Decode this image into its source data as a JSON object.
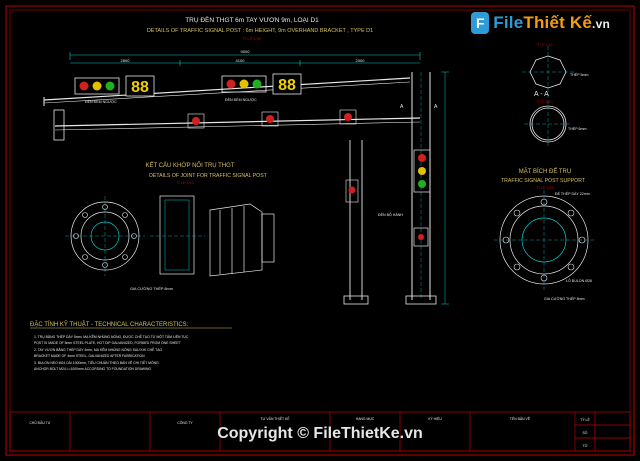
{
  "header": {
    "title_vn": "TRỤ ĐÈN THGT 6m TAY VƯƠN 9m, LOẠI D1",
    "title_en": "DETAILS OF TRAFFIC SIGNAL POST : 6m HEIGHT, 9m OVERHAND BRACKET , TYPE D1",
    "scale": "TỈ LỆ 1/40"
  },
  "watermark": {
    "logo_part1": "File",
    "logo_part2": "Thiết Kế",
    "logo_part3": ".vn",
    "copyright": "Copyright © FileThietKe.vn"
  },
  "signals": {
    "counter1": "88",
    "counter2": "88",
    "label1": "ĐÈN ĐẾM NGƯỢC",
    "label2": "ĐÈN ĐẾM NGƯỢC",
    "label3": "ĐÈN BỘ HÀNH",
    "dim_top": "9000",
    "dim_a": "2800",
    "dim_b": "4100",
    "dim_c": "2000",
    "section_mark_1": "A",
    "section_mark_2": "A"
  },
  "joint": {
    "title_vn": "KẾT CẤU KHỚP NỐI TRỤ THGT",
    "title_en": "DETAILS OF JOINT FOR TRAFFIC SIGNAL POST",
    "scale": "TỈ LỆ 1/10",
    "note": "GIA CƯỜNG THÉP 8mm"
  },
  "section": {
    "label": "A - A",
    "scale_top": "TỈ LỆ 1/10",
    "scale_mid": "TỈ LỆ 1/10",
    "note1": "THÉP 5mm",
    "note2": "THÉP 6mm"
  },
  "support": {
    "title_vn": "MẶT BÍCH ĐẾ TRỤ",
    "title_en": "TRAFFIC SIGNAL POST SUPPORT",
    "scale": "TỈ LỆ 1/10",
    "note1": "ĐẾ THÉP DÀY 22mm",
    "note2": "LỖ BULON Ø26",
    "note3": "GIA CƯỜNG THÉP 8mm"
  },
  "specs": {
    "title": "ĐẶC TÍNH KỸ THUẬT - TECHNICAL CHARACTERISTICS:",
    "lines": [
      "1. TRỤ BẰNG THÉP DÀY 5mm, MẠ KẼM NHÚNG NÓNG, ĐƯỢC CHẾ TẠO TỪ MỘT TẤM LIÊN TỤC",
      "   POST IS MADE OF 5mm STEEL PLATE, HOT DIP GALVANIZED, FORMED FROM ONE SHEET",
      "2. TAY VƯƠN BẰNG THÉP DÀY 4mm, MẠ KẼM NHÚNG NÓNG SAU KHI CHẾ TẠO",
      "   BRACKET MADE OF 4mm STEEL, GALVANIZED AFTER FABRICATION",
      "3. BULON NEO M24 DÀI 1000mm, TIÊU CHUẨN THEO BẢN VẼ CHI TIẾT MÓNG",
      "   ANCHOR BOLT M24 L=1000mm ACCORDING TO FOUNDATION DRAWING"
    ]
  },
  "title_block": {
    "cell1": "CHỦ ĐẦU TƯ",
    "cell2": "CÔNG TY",
    "cell3": "TƯ VẤN THIẾT KẾ",
    "cell4": "HẠNG MỤC",
    "cell5": "KÝ HIỆU",
    "cell6": "TÊN BẢN VẼ",
    "cell7": "TỶ LỆ",
    "cell8": "SỐ",
    "cell9": "TỜ"
  }
}
